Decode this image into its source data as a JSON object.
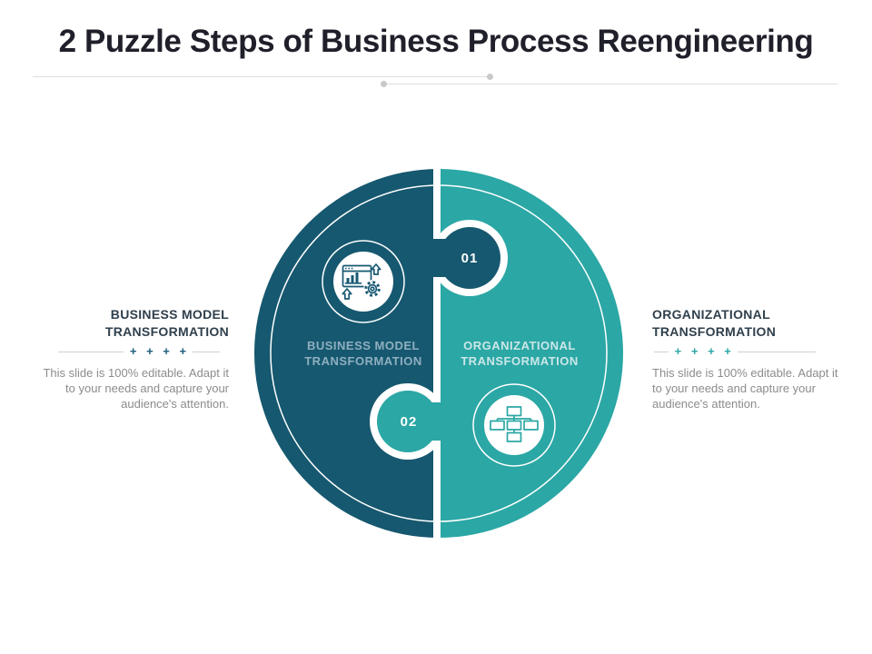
{
  "title": "2 Puzzle Steps of Business Process Reengineering",
  "puzzle": {
    "steps": [
      {
        "number": "01",
        "label_line1": "BUSINESS MODEL",
        "label_line2": "TRANSFORMATION",
        "icon": "dashboard-gear-icon"
      },
      {
        "number": "02",
        "label_line1": "ORGANIZATIONAL",
        "label_line2": "TRANSFORMATION",
        "icon": "org-chart-icon"
      }
    ]
  },
  "panels": {
    "left": {
      "heading_line1": "BUSINESS MODEL",
      "heading_line2": "TRANSFORMATION",
      "decor": "+ + + +",
      "body": "This slide is 100% editable. Adapt it to your needs and capture your audience's attention."
    },
    "right": {
      "heading_line1": "ORGANIZATIONAL",
      "heading_line2": "TRANSFORMATION",
      "decor": "+ + + +",
      "body": "This slide is 100% editable. Adapt it to your needs and capture your audience's attention."
    }
  },
  "colors": {
    "dark_teal": "#16586F",
    "teal": "#2BA7A5",
    "left_center_label": "#8FAFC0",
    "right_center_label": "#CBE7E8",
    "panel_heading": "#30404C",
    "panel_body": "#8C8C8C",
    "title_text": "#20202B",
    "divider_line": "#DEDEDE"
  }
}
